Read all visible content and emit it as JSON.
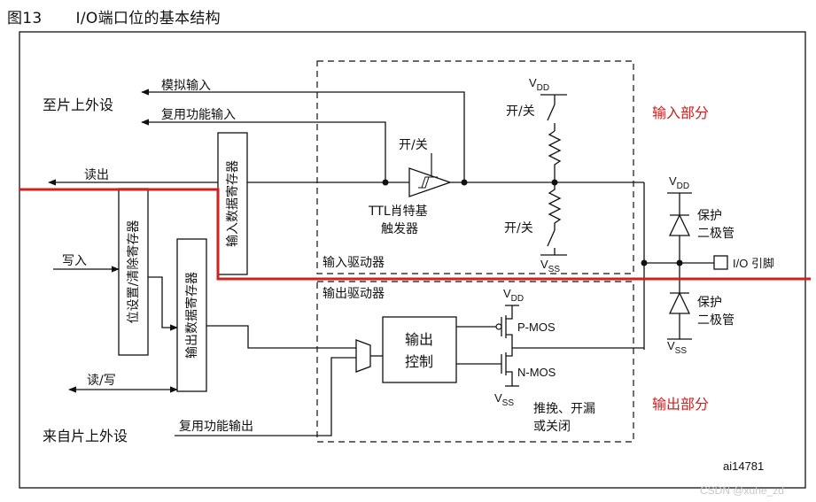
{
  "figure": {
    "number": "图13",
    "title": "I/O端口位的基本结构",
    "ref_id": "ai14781",
    "watermark": "CSDN @xuhe_zd"
  },
  "left": {
    "to_peripheral": "至片上外设",
    "from_peripheral": "来自片上外设",
    "analog_in": "模拟输入",
    "alt_func_in": "复用功能输入",
    "read": "读出",
    "write": "写入",
    "read_write": "读/写",
    "alt_func_out": "复用功能输出"
  },
  "registers": {
    "input_data": "输入数据寄存器",
    "bit_set_reset": "位设置/清除寄存器",
    "output_data": "输出数据寄存器"
  },
  "input_driver": {
    "label": "输入驱动器",
    "onoff_top": "开/关",
    "onoff_schmitt": "开/关",
    "onoff_bottom": "开/关",
    "schmitt_line1": "TTL肖特基",
    "schmitt_line2": "触发器",
    "vdd": "V",
    "vdd_sub": "DD",
    "vss": "V",
    "vss_sub": "SS"
  },
  "output_driver": {
    "label": "输出驱动器",
    "control_line1": "输出",
    "control_line2": "控制",
    "pmos": "P-MOS",
    "nmos": "N-MOS",
    "vdd": "V",
    "vdd_sub": "DD",
    "vss": "V",
    "vss_sub": "SS",
    "mode_line1": "推挽、开漏",
    "mode_line2": "或关闭"
  },
  "protection": {
    "vdd": "V",
    "vdd_sub": "DD",
    "vss": "V",
    "vss_sub": "SS",
    "diode_top_line1": "保护",
    "diode_top_line2": "二极管",
    "diode_bottom_line1": "保护",
    "diode_bottom_line2": "二极管",
    "pin": "I/O 引脚"
  },
  "sections": {
    "input_part": "输入部分",
    "output_part": "输出部分"
  },
  "colors": {
    "annotation_red": "#d02020",
    "line": "#111111",
    "watermark": "#c8c8c8"
  }
}
